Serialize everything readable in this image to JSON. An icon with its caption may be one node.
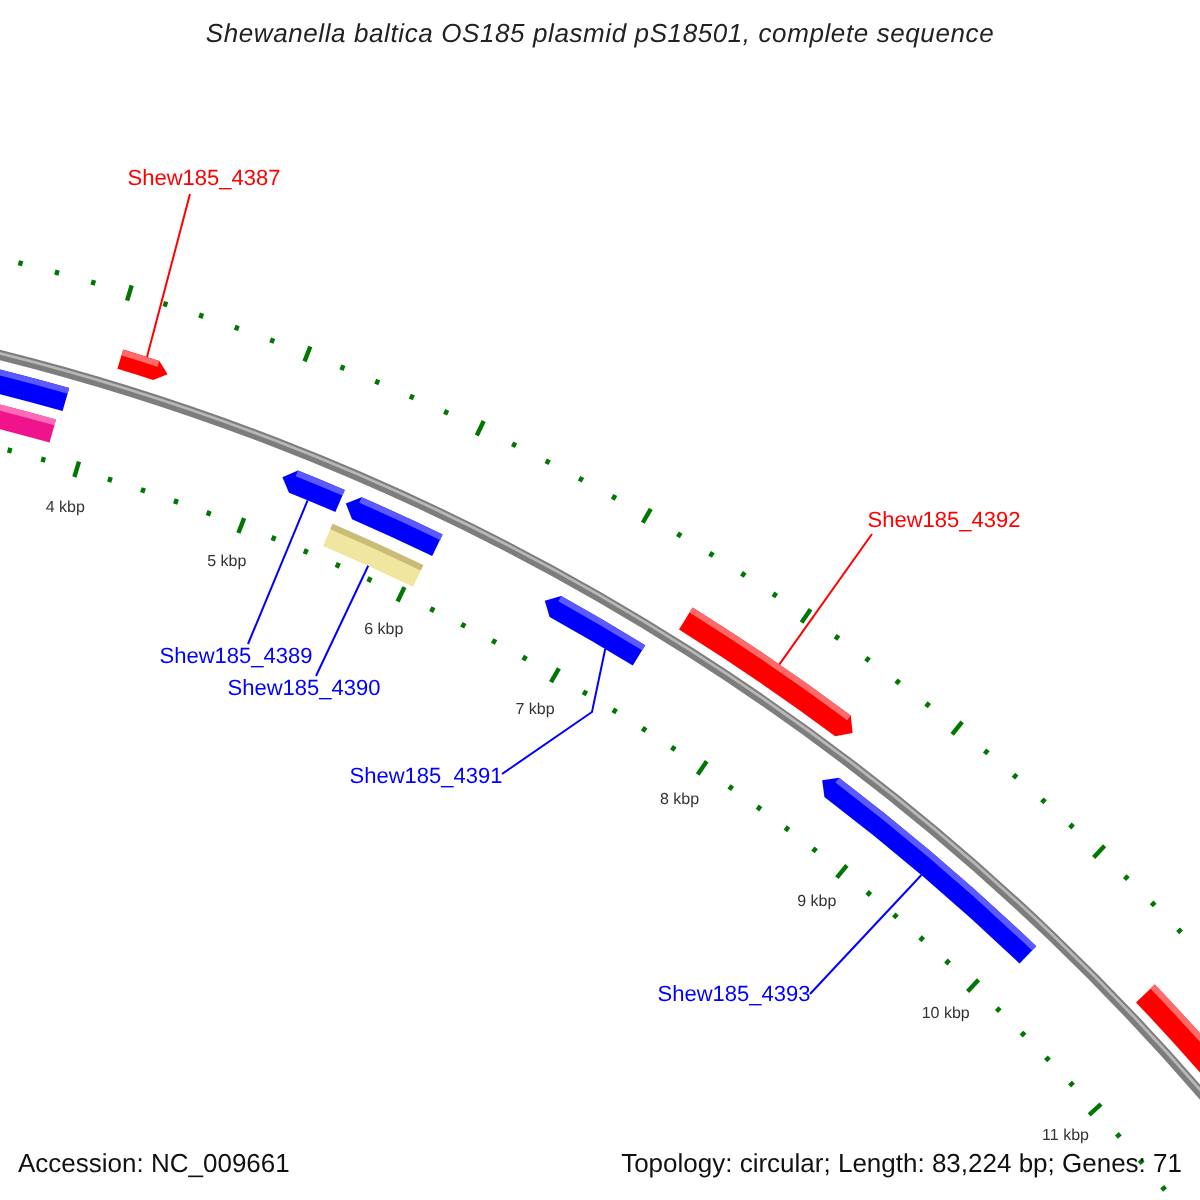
{
  "diagram": {
    "title": "Shewanella baltica OS185 plasmid pS18501, complete sequence",
    "nodes": [
      {
        "text": [],
        "shape": "pentagon"
      },
      {
        "text": [],
        "shape": "pentagon"
      },
      {
        "text": [],
        "shape": "pentagon"
      },
      {
        "text": [],
        "shape": "pentagon"
      },
      {
        "text": [],
        "shape": "pentagon"
      },
      {
        "text": [],
        "shape": "bar"
      },
      {
        "text": [],
        "shape": "pentagon"
      },
      {
        "text": [],
        "shape": "pentagon"
      },
      {
        "text": [],
        "shape": "pentagon"
      },
      {
        "text": [],
        "shape": "pentagon"
      },
      {
        "text": [
          "Shew185_4387"
        ]
      },
      {
        "text": [
          "Shew185_4389"
        ]
      },
      {
        "text": [
          "Shew185_4390"
        ]
      },
      {
        "text": [
          "Shew185_4391"
        ]
      },
      {
        "text": [
          "Shew185_4392"
        ]
      },
      {
        "text": [
          "Shew185_4393"
        ]
      }
    ],
    "edges": [
      {
        "from": 10,
        "to": 2,
        "arrow": "none",
        "color": "#ff0000"
      },
      {
        "from": 11,
        "to": 3,
        "arrow": "none"
      },
      {
        "from": 12,
        "to": 5,
        "arrow": "none"
      },
      {
        "from": 13,
        "to": 6,
        "arrow": "none"
      },
      {
        "from": 14,
        "to": 7,
        "arrow": "none",
        "color": "#ff0000"
      },
      {
        "from": 15,
        "to": 8,
        "arrow": "none"
      }
    ],
    "labels": [
      "4 kbp",
      "5 kbp",
      "6 kbp",
      "7 kbp",
      "8 kbp",
      "9 kbp",
      "10 kbp",
      "11 kbp",
      "Accession: NC_009661",
      "Topology: circular; Length: 83,224 bp; Genes: 71"
    ]
  }
}
